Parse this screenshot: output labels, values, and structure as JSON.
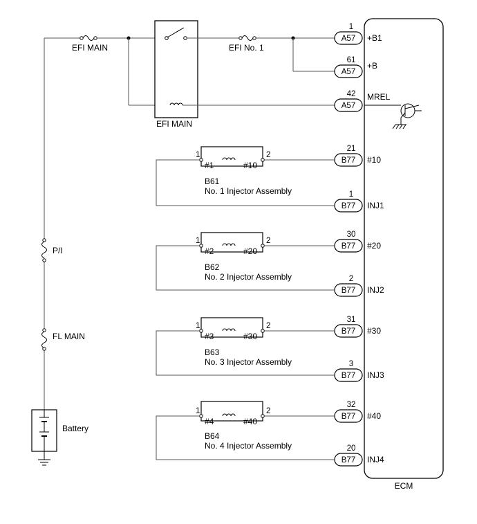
{
  "ecm": {
    "label": "ECM"
  },
  "fuses": {
    "efi_main": "EFI MAIN",
    "efi_no1": "EFI No. 1",
    "pi": "P/I",
    "fl_main": "FL MAIN"
  },
  "relay": {
    "label": "EFI MAIN"
  },
  "battery": {
    "label": "Battery"
  },
  "ecm_pins": [
    {
      "connector": "A57",
      "pin": "1",
      "signal": "+B1"
    },
    {
      "connector": "A57",
      "pin": "61",
      "signal": "+B"
    },
    {
      "connector": "A57",
      "pin": "42",
      "signal": "MREL"
    },
    {
      "connector": "B77",
      "pin": "21",
      "signal": "#10"
    },
    {
      "connector": "B77",
      "pin": "1",
      "signal": "INJ1"
    },
    {
      "connector": "B77",
      "pin": "30",
      "signal": "#20"
    },
    {
      "connector": "B77",
      "pin": "2",
      "signal": "INJ2"
    },
    {
      "connector": "B77",
      "pin": "31",
      "signal": "#30"
    },
    {
      "connector": "B77",
      "pin": "3",
      "signal": "INJ3"
    },
    {
      "connector": "B77",
      "pin": "32",
      "signal": "#40"
    },
    {
      "connector": "B77",
      "pin": "20",
      "signal": "INJ4"
    }
  ],
  "injectors": [
    {
      "code": "B61",
      "name": "No. 1 Injector Assembly",
      "left_terminal": "#1",
      "right_terminal": "#10",
      "pin_left": "1",
      "pin_right": "2"
    },
    {
      "code": "B62",
      "name": "No. 2 Injector Assembly",
      "left_terminal": "#2",
      "right_terminal": "#20",
      "pin_left": "1",
      "pin_right": "2"
    },
    {
      "code": "B63",
      "name": "No. 3 Injector Assembly",
      "left_terminal": "#3",
      "right_terminal": "#30",
      "pin_left": "1",
      "pin_right": "2"
    },
    {
      "code": "B64",
      "name": "No. 4 Injector Assembly",
      "left_terminal": "#4",
      "right_terminal": "#40",
      "pin_left": "1",
      "pin_right": "2"
    }
  ]
}
